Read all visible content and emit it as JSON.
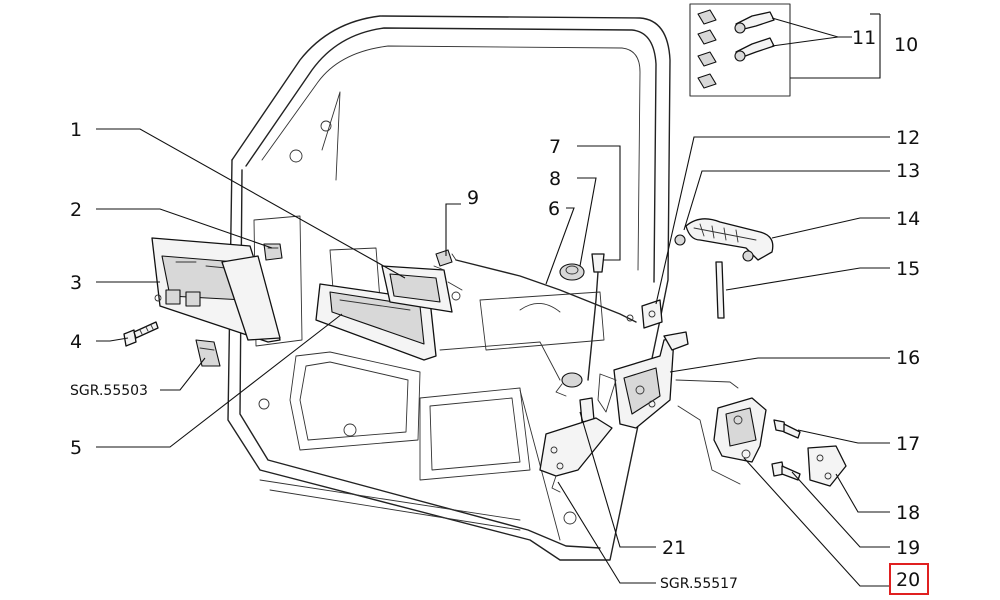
{
  "labels": {
    "p1": "1",
    "p2": "2",
    "p3": "3",
    "p4": "4",
    "p5": "5",
    "p6": "6",
    "p7": "7",
    "p8": "8",
    "p9": "9",
    "p10": "10",
    "p11": "11",
    "p12": "12",
    "p13": "13",
    "p14": "14",
    "p15": "15",
    "p16": "16",
    "p17": "17",
    "p18": "18",
    "p19": "19",
    "p20": "20",
    "p21": "21"
  },
  "refs": {
    "ref_left": "SGR.55503",
    "ref_bottom": "SGR.55517"
  },
  "highlight": {
    "part": "20",
    "color": "#e02020"
  }
}
